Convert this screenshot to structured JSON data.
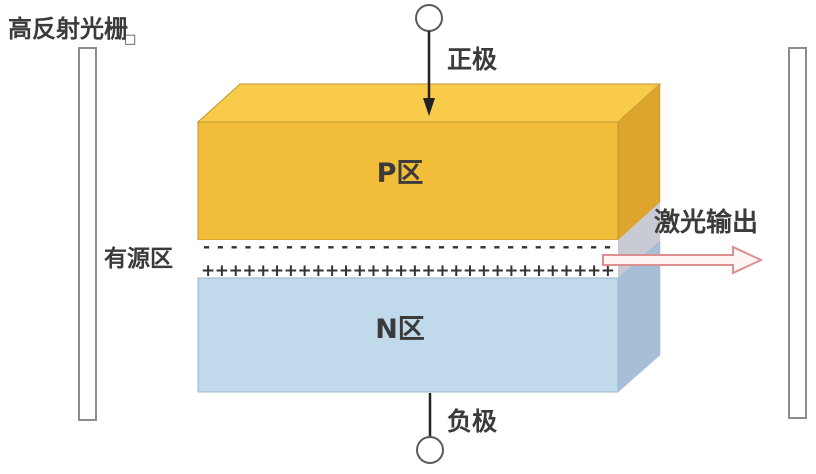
{
  "diagram": {
    "grating_label": "高反射光栅",
    "grating_suffix": "□",
    "anode_label": "正极",
    "cathode_label": "负极",
    "p_region_label": "P区",
    "n_region_label": "N区",
    "active_region_label": "有源区",
    "laser_output_label": "激光输出"
  },
  "active_region": {
    "minus_symbol": "-",
    "minus_count": 30,
    "plus_symbol": "+",
    "plus_count": 30
  },
  "colors": {
    "p_top": "#F8CB4B",
    "p_front": "#F2BE39",
    "p_side": "#DDA42E",
    "active_front": "#FFFFFF",
    "active_side": "#C8CBD3",
    "n_front": "#C0D9EB",
    "n_side": "#A6BED6",
    "laser_arrow_stroke": "#DA9090",
    "laser_arrow_fill": "#FDF6F5",
    "text": "#3B3B3B",
    "symbol": "#333333",
    "lead_line": "#222222",
    "terminal_stroke": "#5A5A5A",
    "mirror_stroke": "#8C8C8C"
  }
}
